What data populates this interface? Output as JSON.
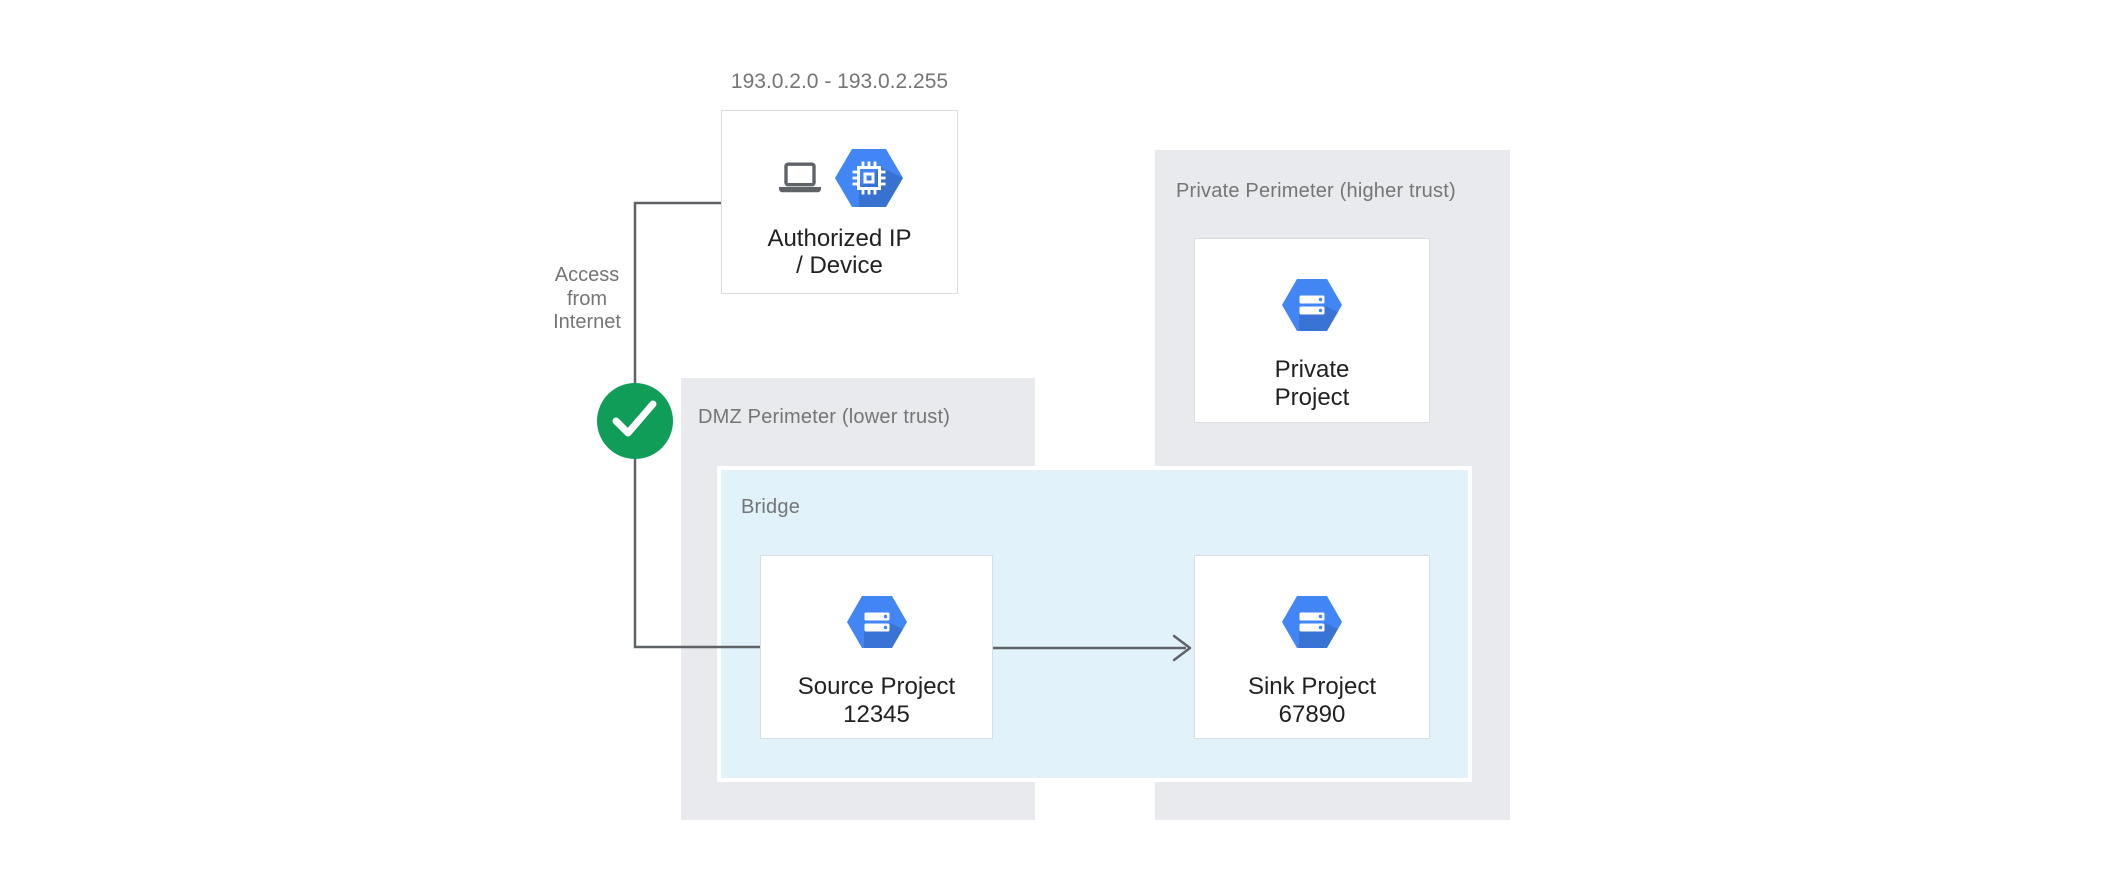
{
  "diagram": {
    "ip_range": "193.0.2.0 - 193.0.2.255",
    "authorized_device": {
      "title_line1": "Authorized IP",
      "title_line2": "/ Device"
    },
    "access_from_internet": {
      "line1": "Access",
      "line2": "from",
      "line3": "Internet"
    },
    "dmz_perimeter": {
      "label": "DMZ Perimeter (lower trust)"
    },
    "bridge": {
      "label": "Bridge"
    },
    "source_project": {
      "name": "Source Project",
      "id": "12345"
    },
    "sink_project": {
      "name": "Sink Project",
      "id": "67890"
    },
    "private_perimeter": {
      "label": "Private Perimeter (higher trust)"
    },
    "private_project": {
      "name_line1": "Private",
      "name_line2": "Project"
    }
  },
  "icons": {
    "laptop": "laptop-icon",
    "compute_engine": "compute-engine-hexagon-icon",
    "project": "project-hexagon-icon",
    "check": "check-icon",
    "arrow": "arrow-right-icon"
  },
  "colors": {
    "perimeter_bg": "#E8EAED",
    "bridge_bg": "#E1F2FB",
    "hexagon_blue": "#4285F4",
    "check_green": "#0F9D58",
    "connector_gray": "#5F6368",
    "label_gray": "#757575",
    "text_dark": "#212121",
    "box_border": "#DADCE0",
    "canvas_bg": "#FFFFFF"
  }
}
